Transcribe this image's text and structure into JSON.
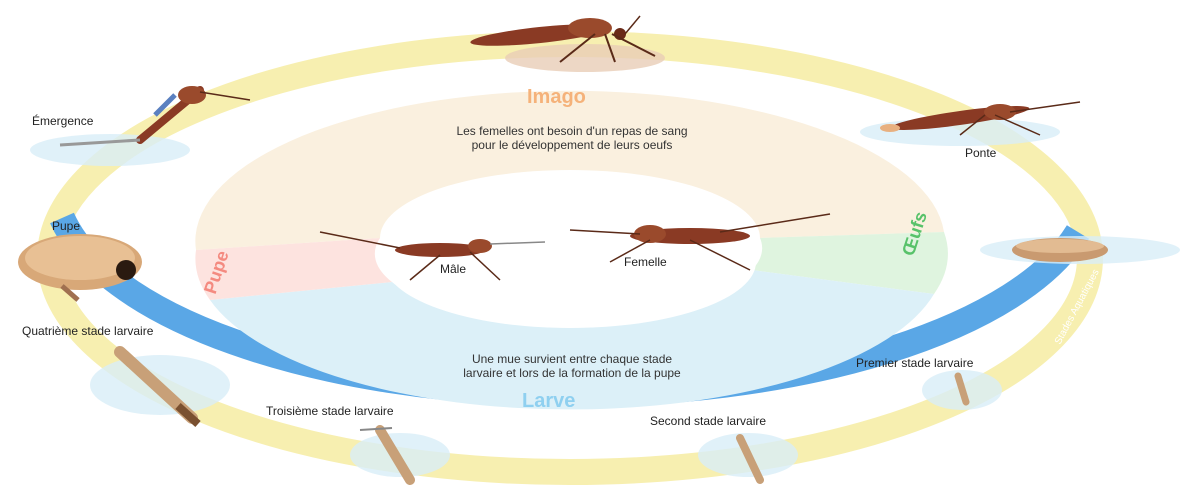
{
  "stages": {
    "imago": "Imago",
    "oeufs": "Œufs",
    "larve": "Larve",
    "pupe": "Pupe"
  },
  "notes": {
    "imago_line1": "Les femelles ont besoin d'un repas de sang",
    "imago_line2": "pour le développement de leurs oeufs",
    "larve_line1": "Une mue survient entre chaque stade",
    "larve_line2": "larvaire et lors de la formation de la pupe"
  },
  "labels": {
    "emergence": "Émergence",
    "ponte": "Ponte",
    "pupe": "Pupe",
    "quatrieme": "Quatrième stade larvaire",
    "troisieme": "Troisième stade larvaire",
    "second": "Second stade larvaire",
    "premier": "Premier stade larvaire",
    "male": "Mâle",
    "femelle": "Femelle",
    "stades_aquatiques": "Stades Aquatiques"
  },
  "colors": {
    "ring_yellow": "#f7efb0",
    "ring_blue": "#5aa7e6",
    "imago_text": "#f5b27a",
    "oeufs_text": "#58c26a",
    "larve_text": "#8fd0f0",
    "pupe_text": "#f48a80",
    "mosquito": "#8a3a24"
  }
}
